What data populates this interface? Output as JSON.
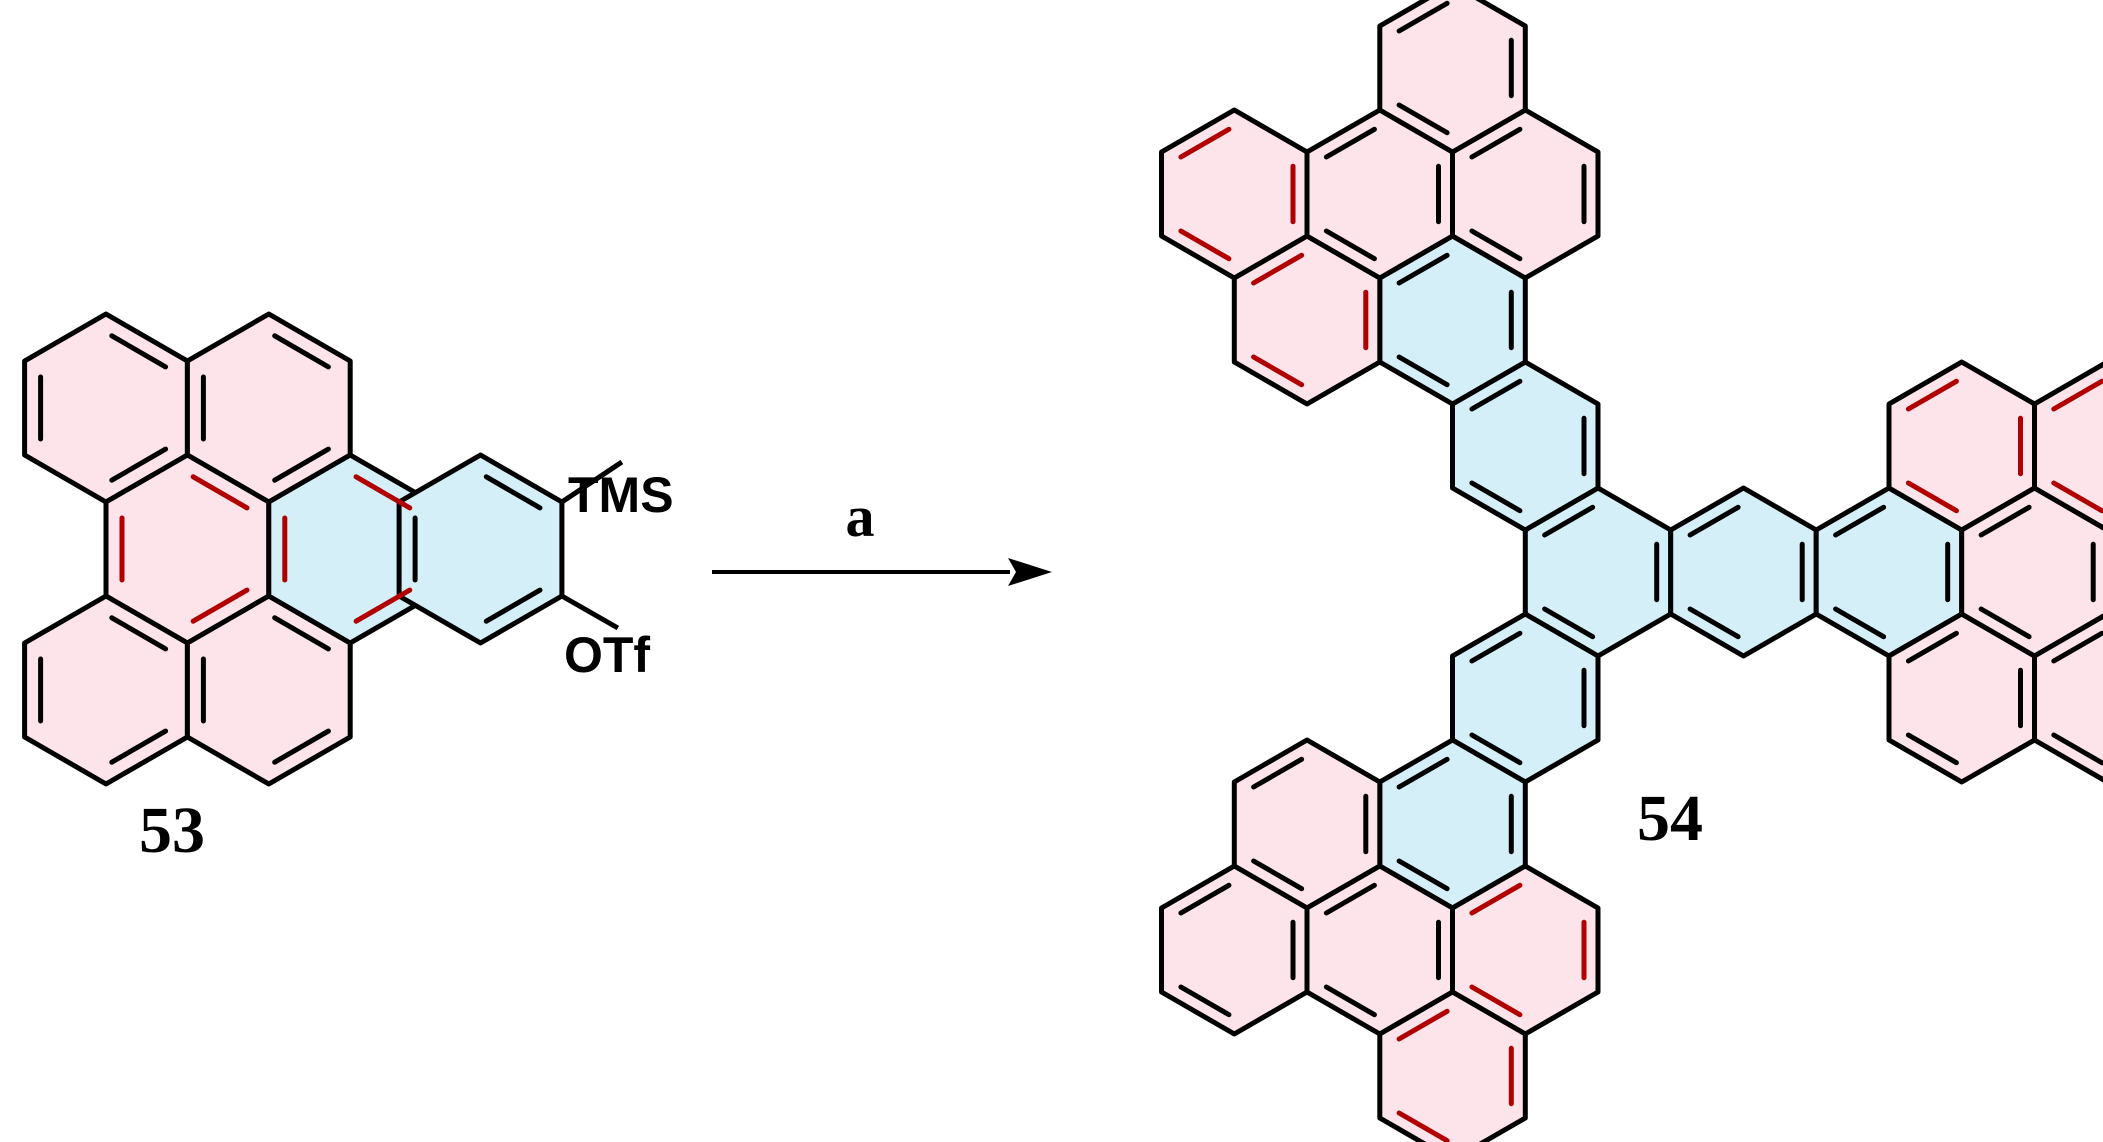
{
  "reaction": {
    "reagent_label": "a",
    "starting_material": {
      "compound_number": "53",
      "substituent_top": "TMS",
      "substituent_bottom": "OTf"
    },
    "product": {
      "compound_number": "54"
    }
  },
  "colors": {
    "bond": "#000000",
    "highlight_bond": "#b00000",
    "ring_fill_pink": "#fde3ea",
    "ring_fill_blue": "#d5eff9"
  }
}
